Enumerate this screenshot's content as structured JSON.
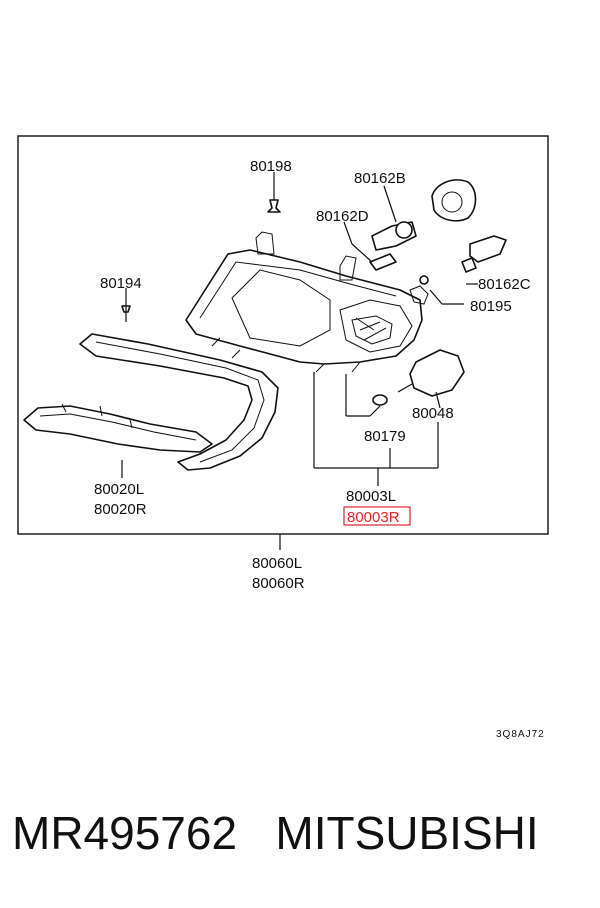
{
  "diagram": {
    "labels": {
      "l80198": "80198",
      "l80162b": "80162B",
      "l80162d": "80162D",
      "l80194": "80194",
      "l80162c": "80162C",
      "l80195": "80195",
      "l80048": "80048",
      "l80179": "80179",
      "l80020l": "80020L",
      "l80020r": "80020R",
      "l80003l": "80003L",
      "l80003r": "80003R",
      "l80060l": "80060L",
      "l80060r": "80060R"
    },
    "drawing_code": "3Q8AJ72",
    "highlight_color": "#e0262b"
  },
  "footer": {
    "part_number": "MR495762",
    "brand": "MITSUBISHI"
  }
}
